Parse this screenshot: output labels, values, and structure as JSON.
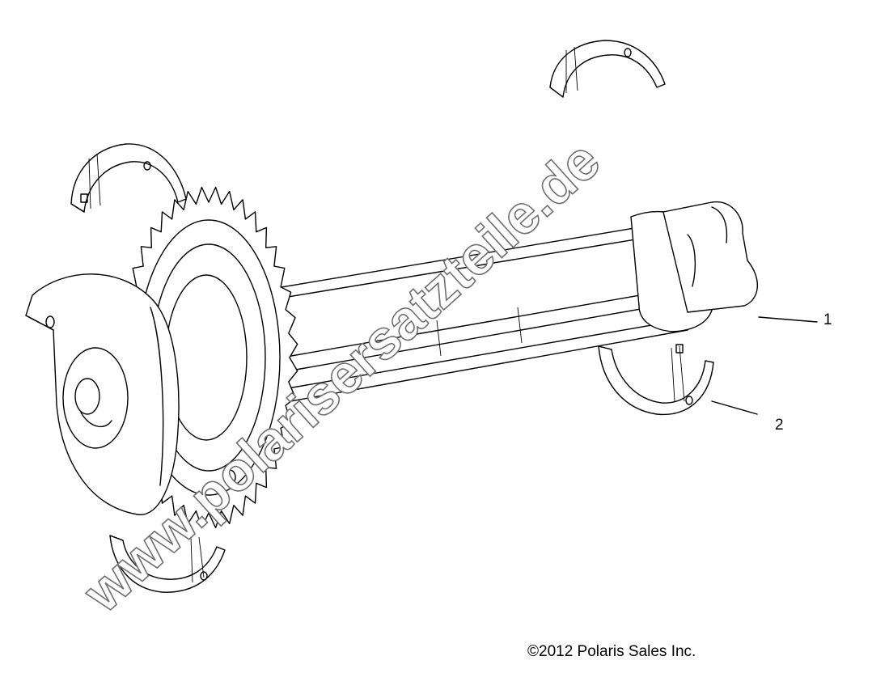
{
  "diagram": {
    "callouts": [
      {
        "id": "1",
        "label": "1"
      },
      {
        "id": "2",
        "label": "2"
      }
    ],
    "copyright": "©2012 Polaris Sales Inc.",
    "watermark": "www.polarisersatzteile.de",
    "colors": {
      "line": "#000000",
      "background": "#ffffff",
      "watermark_fill": "#ffffff",
      "watermark_outline": "#6f6f6f"
    }
  }
}
